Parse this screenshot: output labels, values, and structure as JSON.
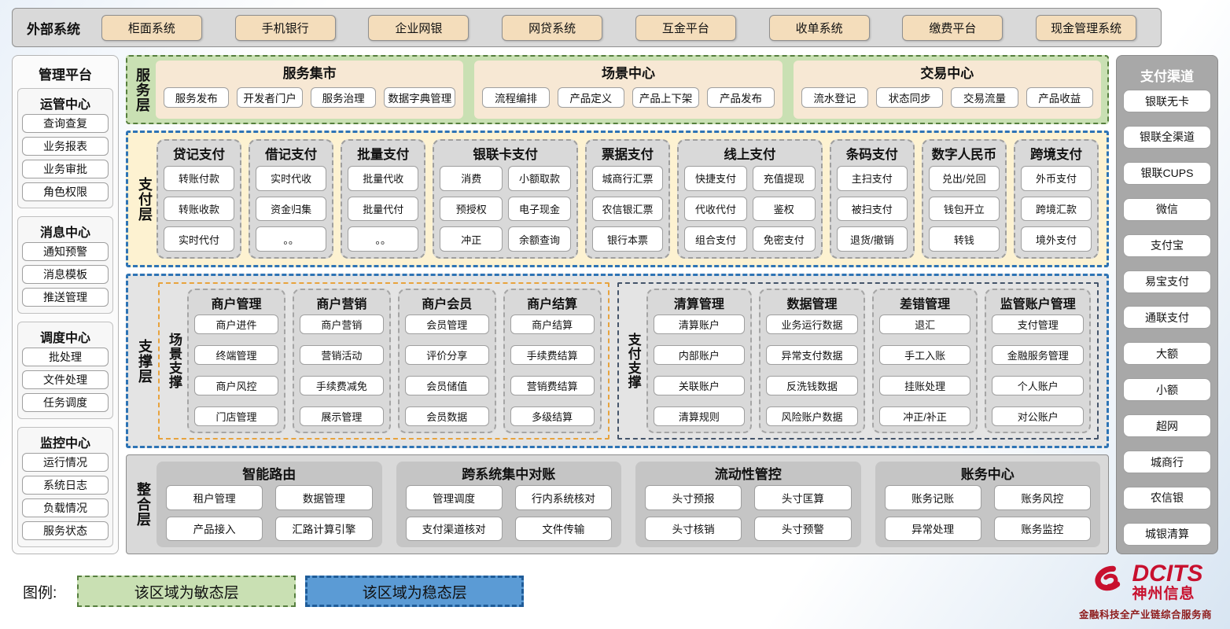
{
  "colors": {
    "agile_green": "#c9e0b3",
    "agile_border": "#567f3e",
    "stable_blue": "#5b9bd5",
    "stable_border": "#2e74b5",
    "tan_button": "#f4ddbb",
    "panel_tan": "#f7e8d4",
    "group_gray": "#d9d9d9",
    "sidebar_gray": "#a8a8a8",
    "payment_cream": "#fdf2d1",
    "scenario_orange": "#e8a33d",
    "payment_navy": "#44546a",
    "logo_red": "#c8102e"
  },
  "external_systems": {
    "label": "外部系统",
    "items": [
      "柜面系统",
      "手机银行",
      "企业网银",
      "网贷系统",
      "互金平台",
      "收单系统",
      "缴费平台",
      "现金管理系统"
    ]
  },
  "management_platform": {
    "title": "管理平台",
    "groups": [
      {
        "title": "运管中心",
        "items": [
          "查询查复",
          "业务报表",
          "业务审批",
          "角色权限"
        ]
      },
      {
        "title": "消息中心",
        "items": [
          "通知预警",
          "消息模板",
          "推送管理"
        ]
      },
      {
        "title": "调度中心",
        "items": [
          "批处理",
          "文件处理",
          "任务调度"
        ]
      },
      {
        "title": "监控中心",
        "items": [
          "运行情况",
          "系统日志",
          "负载情况",
          "服务状态"
        ]
      }
    ]
  },
  "service_layer": {
    "label": "服务层",
    "panels": [
      {
        "title": "服务集市",
        "items": [
          "服务发布",
          "开发者门户",
          "服务治理",
          "数据字典管理"
        ]
      },
      {
        "title": "场景中心",
        "items": [
          "流程编排",
          "产品定义",
          "产品上下架",
          "产品发布"
        ]
      },
      {
        "title": "交易中心",
        "items": [
          "流水登记",
          "状态同步",
          "交易流量",
          "产品收益"
        ]
      }
    ]
  },
  "payment_layer": {
    "label": "支付层",
    "groups": [
      {
        "title": "贷记支付",
        "cols": 1,
        "items": [
          "转账付款",
          "转账收款",
          "实时代付"
        ]
      },
      {
        "title": "借记支付",
        "cols": 1,
        "items": [
          "实时代收",
          "资金归集",
          "。。"
        ]
      },
      {
        "title": "批量支付",
        "cols": 1,
        "items": [
          "批量代收",
          "批量代付",
          "。。"
        ]
      },
      {
        "title": "银联卡支付",
        "cols": 2,
        "items": [
          "消费",
          "小额取款",
          "预授权",
          "电子现金",
          "冲正",
          "余额查询"
        ]
      },
      {
        "title": "票据支付",
        "cols": 1,
        "items": [
          "城商行汇票",
          "农信银汇票",
          "银行本票"
        ]
      },
      {
        "title": "线上支付",
        "cols": 2,
        "items": [
          "快捷支付",
          "充值提现",
          "代收代付",
          "鉴权",
          "组合支付",
          "免密支付"
        ]
      },
      {
        "title": "条码支付",
        "cols": 1,
        "items": [
          "主扫支付",
          "被扫支付",
          "退货/撤销"
        ]
      },
      {
        "title": "数字人民币",
        "cols": 1,
        "items": [
          "兑出/兑回",
          "钱包开立",
          "转钱"
        ]
      },
      {
        "title": "跨境支付",
        "cols": 1,
        "items": [
          "外币支付",
          "跨境汇款",
          "境外支付"
        ]
      }
    ]
  },
  "support_layer": {
    "label": "支撑层",
    "sections": [
      {
        "label": "场景支撑",
        "border": "orange",
        "groups": [
          {
            "title": "商户管理",
            "items": [
              "商户进件",
              "终端管理",
              "商户风控",
              "门店管理"
            ]
          },
          {
            "title": "商户营销",
            "items": [
              "商户营销",
              "营销活动",
              "手续费减免",
              "展示管理"
            ]
          },
          {
            "title": "商户会员",
            "items": [
              "会员管理",
              "评价分享",
              "会员储值",
              "会员数据"
            ]
          },
          {
            "title": "商户结算",
            "items": [
              "商户结算",
              "手续费结算",
              "营销费结算",
              "多级结算"
            ]
          }
        ]
      },
      {
        "label": "支付支撑",
        "border": "navy",
        "groups": [
          {
            "title": "清算管理",
            "items": [
              "清算账户",
              "内部账户",
              "关联账户",
              "清算规则"
            ]
          },
          {
            "title": "数据管理",
            "items": [
              "业务运行数据",
              "异常支付数据",
              "反洗钱数据",
              "风险账户数据"
            ]
          },
          {
            "title": "差错管理",
            "items": [
              "退汇",
              "手工入账",
              "挂账处理",
              "冲正/补正"
            ]
          },
          {
            "title": "监管账户管理",
            "items": [
              "支付管理",
              "金融服务管理",
              "个人账户",
              "对公账户"
            ]
          }
        ]
      }
    ]
  },
  "integration_layer": {
    "label": "整合层",
    "panels": [
      {
        "title": "智能路由",
        "items": [
          "租户管理",
          "数据管理",
          "产品接入",
          "汇路计算引擎"
        ]
      },
      {
        "title": "跨系统集中对账",
        "items": [
          "管理调度",
          "行内系统核对",
          "支付渠道核对",
          "文件传输"
        ]
      },
      {
        "title": "流动性管控",
        "items": [
          "头寸预报",
          "头寸匡算",
          "头寸核销",
          "头寸预警"
        ]
      },
      {
        "title": "账务中心",
        "items": [
          "账务记账",
          "账务风控",
          "异常处理",
          "账务监控"
        ]
      }
    ]
  },
  "payment_channels": {
    "title": "支付渠道",
    "items": [
      "银联无卡",
      "银联全渠道",
      "银联CUPS",
      "微信",
      "支付宝",
      "易宝支付",
      "通联支付",
      "大额",
      "小额",
      "超网",
      "城商行",
      "农信银",
      "城银清算"
    ]
  },
  "legend": {
    "label": "图例:",
    "agile_label": "该区域为敏态层",
    "stable_label": "该区域为稳态层"
  },
  "logo": {
    "brand": "DCITS",
    "company": "神州信息",
    "tagline": "金融科技全产业链综合服务商"
  }
}
